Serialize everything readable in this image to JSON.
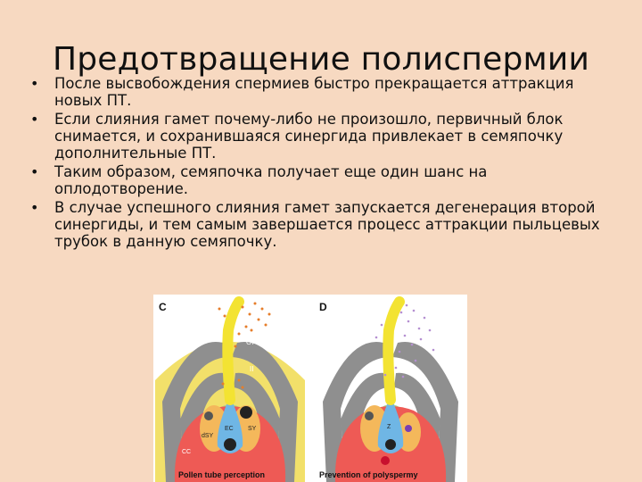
{
  "title": "Предотвращение полиспермии",
  "bullets": [
    "После высвобождения спермиев быстро прекращается аттракция новых ПТ.",
    "Если слияния гамет почему-либо не произошло, первичный блок снимается, и сохранившаяся синергида привлекает в семяпочку дополнительные ПТ.",
    "Таким образом, семяпочка получает еще один шанс на оплодотворение.",
    "В случае успешного слияния гамет запускается дегенерация второй синергиды, и тем самым завершается процесс аттракции пыльцевых трубок в данную семяпочку."
  ],
  "bullet_glyph": "•",
  "figure": {
    "panel_c": {
      "letter": "C",
      "labels": {
        "oi": "OI",
        "ii": "II",
        "sy": "SY",
        "dsy": "dSY",
        "ec": "EC",
        "cc": "CC"
      },
      "caption": "Pollen tube perception"
    },
    "panel_d": {
      "letter": "D",
      "labels": {
        "z": "Z"
      },
      "caption": "Prevention of polyspermy"
    }
  },
  "colors": {
    "background": "#f7d9c1",
    "integument": "#8f8f8f",
    "outer_ring": "#f2e06a",
    "inner_ring": "#a9d68f",
    "central_cell": "#ee5a55",
    "synergid": "#f4b85b",
    "egg_cell": "#6fb6e5",
    "pollen_tube": "#f3e332",
    "dots_c": "#e67d2a",
    "dots_d": "#b58fd1"
  }
}
